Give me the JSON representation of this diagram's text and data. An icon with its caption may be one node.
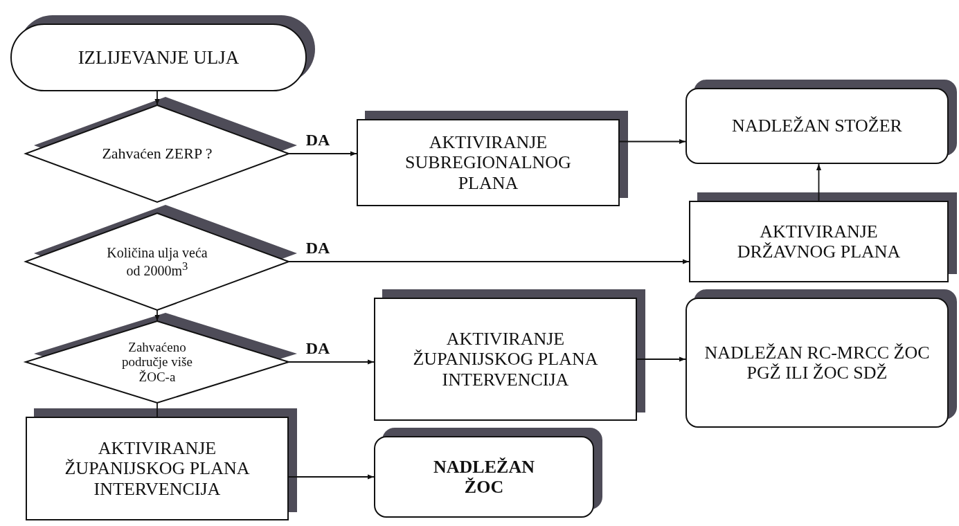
{
  "diagram": {
    "nodes": [
      {
        "text": [
          "IZLIJEVANJE ULJA"
        ]
      },
      {
        "text": [
          "Zahvaćen ZERP ?"
        ]
      },
      {
        "text": [
          "Količina ulja veća od 2000m$^{3}$"
        ]
      },
      {
        "text": [
          "Zahvaćeno područje više ŽOC-a"
        ]
      },
      {
        "text": [
          "AKTIVIRANJE ŽUPANIJSKOG PLANA INTERVENCIJA"
        ]
      },
      {
        "text": [
          "AKTIVIRANJE SUBREGIONALNOG PLANA"
        ]
      },
      {
        "text": [
          "AKTIVIRANJE ŽUPANIJSKOG PLANA INTERVENCIJA"
        ]
      },
      {
        "text": [
          "NADLEŽAN ŽOC"
        ]
      },
      {
        "text": [
          "NADLEŽAN STOŽER"
        ]
      },
      {
        "text": [
          "AKTIVIRANJE DRŽAVNOG PLANA"
        ]
      },
      {
        "text": [
          "NADLEŽAN RC-MRCC ŽOC PGŽ ILI ŽOC SDŽ"
        ]
      }
    ],
    "edges": [
      {
        "from": 0,
        "to": 1,
        "arrow": "to"
      },
      {
        "from": 1,
        "to": 5,
        "arrow": "to",
        "label": "DA"
      },
      {
        "from": 2,
        "to": 9,
        "arrow": "to",
        "label": "DA"
      },
      {
        "from": 2,
        "to": 3,
        "arrow": "to"
      },
      {
        "from": 3,
        "to": 6,
        "arrow": "to",
        "label": "DA"
      },
      {
        "from": 3,
        "to": 4,
        "arrow": "none"
      },
      {
        "from": 5,
        "to": 8,
        "arrow": "to"
      },
      {
        "from": 9,
        "to": 8,
        "arrow": "to"
      },
      {
        "from": 6,
        "to": 10,
        "arrow": "to"
      },
      {
        "from": 4,
        "to": 7,
        "arrow": "to"
      }
    ]
  }
}
